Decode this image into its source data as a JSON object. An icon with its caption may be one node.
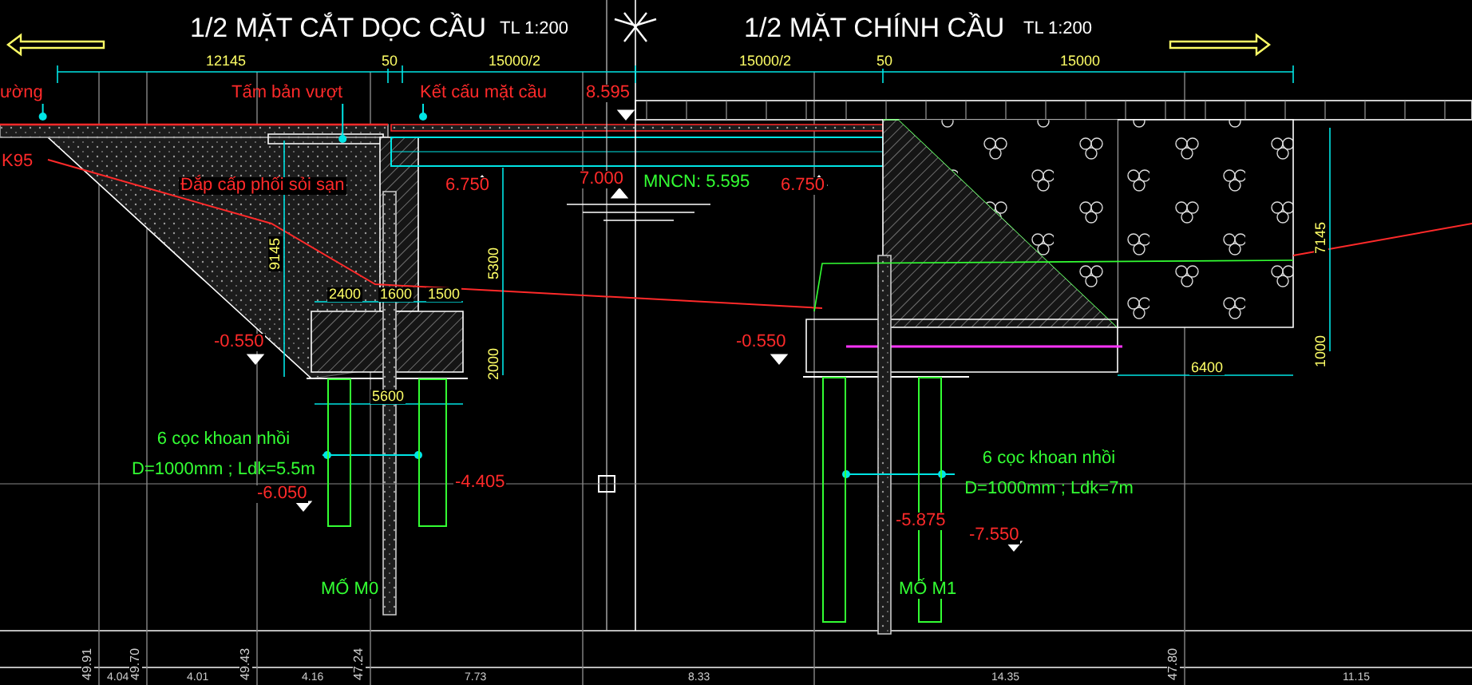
{
  "diagram": {
    "nodes": [
      {
        "text": [
          "ường"
        ]
      },
      {
        "text": [
          "Tấm bản vượt"
        ]
      },
      {
        "text": [
          "Kết cấu mặt cầu"
        ]
      },
      {
        "text": [
          "6 cọc khoan nhồi",
          "D=1000mm ; Ldk=5.5m"
        ]
      },
      {
        "text": [
          "6 cọc khoan nhồi",
          "D=1000mm ; Ldk=7m"
        ]
      },
      {
        "text": [],
        "shape": "bar"
      },
      {
        "text": [],
        "shape": "bar"
      },
      {
        "text": [],
        "shape": "bar"
      },
      {
        "text": [],
        "shape": "bar"
      }
    ],
    "edges": [
      {
        "from": 0,
        "to": null,
        "arrow": "other"
      },
      {
        "from": 1,
        "to": null,
        "arrow": "other"
      },
      {
        "from": 2,
        "to": null,
        "arrow": "other"
      },
      {
        "from": 3,
        "to": 5,
        "arrow": "other"
      },
      {
        "from": 3,
        "to": 6,
        "arrow": "other"
      },
      {
        "from": 4,
        "to": 8,
        "arrow": "other"
      },
      {
        "from": 4,
        "to": 7,
        "arrow": "other"
      }
    ],
    "labels": [
      "1/2 MẶT CẮT DỌC CẦU",
      "TL 1:200",
      "1/2 MẶT CHÍNH CẦU",
      "TL 1:200",
      "12145",
      "50",
      "15000/2",
      "15000/2",
      "50",
      "15000",
      "8.595",
      "K95",
      "Đắp cấp phối sỏi sạn",
      "6.750",
      "7.000",
      "MNCN: 5.595",
      "6.750",
      "9145",
      "5300",
      "7145",
      "2400",
      "1600",
      "1500",
      "2000",
      "1000",
      "-0.550",
      "-0.550",
      "5600",
      "6400",
      "-4.405",
      "-6.050",
      "-5.875",
      "-7.550",
      "MỐ M0",
      "MỐ M1",
      "49.91",
      "49.70",
      "49.43",
      "47.24",
      "47.80",
      "4.04",
      "4.01",
      "4.16",
      "7.73",
      "8.33",
      "14.35",
      "11.15"
    ]
  }
}
